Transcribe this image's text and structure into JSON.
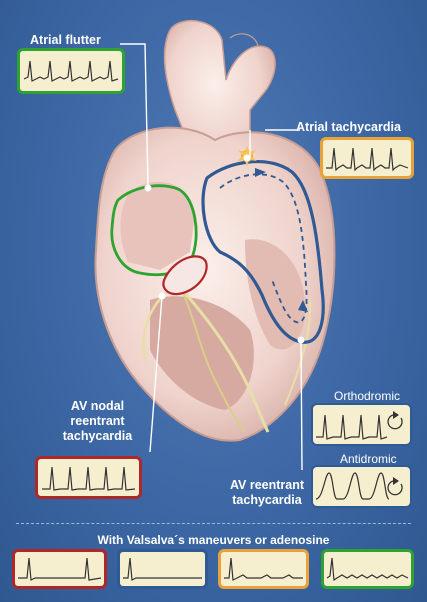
{
  "labels": {
    "atrial_flutter": "Atrial flutter",
    "atrial_tachycardia": "Atrial tachycardia",
    "av_nodal_line1": "AV nodal",
    "av_nodal_line2": "reentrant",
    "av_nodal_line3": "tachycardia",
    "orthodromic": "Orthodromic",
    "antidromic": "Antidromic",
    "av_reentrant_line1": "AV reentrant",
    "av_reentrant_line2": "tachycardia",
    "maneuvers": "With Valsalva´s maneuvers or adenosine"
  },
  "colors": {
    "background": "#3c67a4",
    "flutter_border": "#2fa32f",
    "atrial_tach_border": "#e8a23a",
    "avnrt_border": "#b0272a",
    "avrt_border": "#2f5a93",
    "ecg_paper": "#f6efcf",
    "heart": "#f1d9d4"
  },
  "icons": [
    "flutter-circuit",
    "atrial-focus-star",
    "avnrt-circuit",
    "avrt-circuit",
    "reentry-arrow-icon"
  ]
}
